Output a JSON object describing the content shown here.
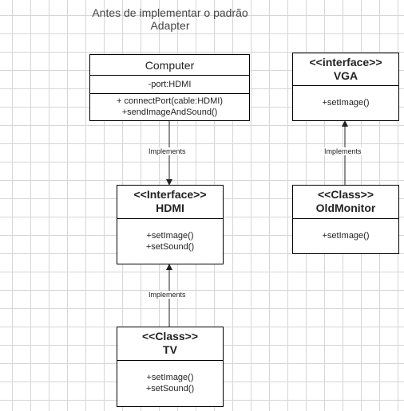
{
  "title": "Antes de implementar o padrão Adapter",
  "computer": {
    "name": "Computer",
    "attributes": [
      "-port:HDMI"
    ],
    "methods": [
      "+ connectPort(cable:HDMI)",
      "+sendImageAndSound()"
    ]
  },
  "vga": {
    "stereotype": "<<interface>>",
    "name": "VGA",
    "methods": [
      "+setImage()"
    ]
  },
  "hdmi": {
    "stereotype": "<<Interface>>",
    "name": "HDMI",
    "methods": [
      "+setImage()",
      "+setSound()"
    ]
  },
  "old_monitor": {
    "stereotype": "<<Class>>",
    "name": "OldMonitor",
    "methods": [
      "+setImage()"
    ]
  },
  "tv": {
    "stereotype": "<<Class>>",
    "name": "TV",
    "methods": [
      "+setImage()",
      "+setSound()"
    ]
  },
  "edges": {
    "computer_to_hdmi": "Implements",
    "oldmonitor_to_vga": "Implements",
    "tv_to_hdmi": "Implements"
  }
}
